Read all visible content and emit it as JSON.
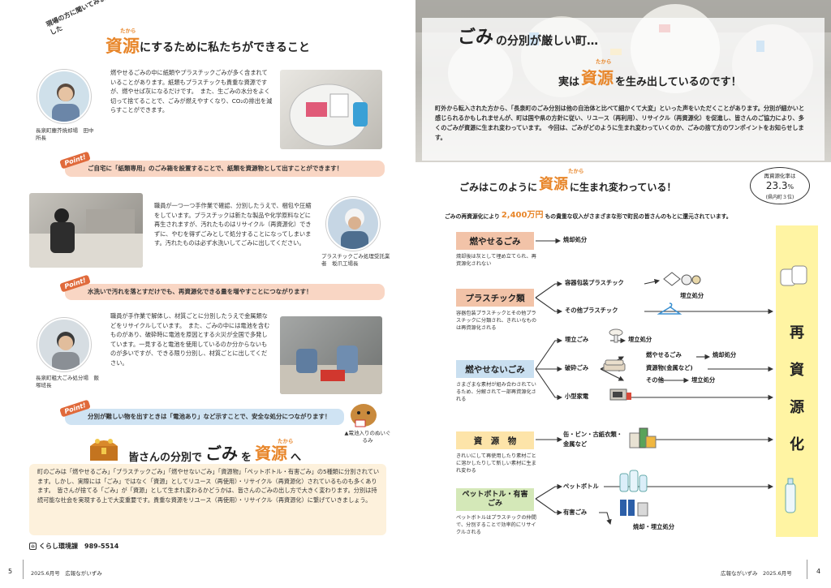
{
  "left": {
    "heading": {
      "intro": "現場の方に聞いてみました",
      "keyword": "資源",
      "keyword_ruby": "たから",
      "rest": "にするために私たちができること"
    },
    "section1": {
      "text": "燃やせるごみの中に紙類やプラスチックごみが多く含まれていることがあります。紙類もプラスチックも貴重な資源ですが、燃やせば灰になるだけです。　また、生ごみの水分をよく切って捨てることで、ごみが燃えやすくなり、CO₂の排出を減らすことができます。",
      "caption": "長泉町塵芥焼却場　田中所長",
      "point_tag": "Point!",
      "point": "ご自宅に「紙類専用」のごみ箱を設置することで、紙類を資源物として出すことができます！"
    },
    "section2": {
      "text": "職員が一つ一つ手作業で確認、分別したうえで、梱包や圧縮をしています。プラスチックは新たな製品や化学原料などに再生されますが、汚れたものはリサイクル（再資源化）できずに、やむを得ずごみとして処分することになってしまいます。汚れたものは必ず水洗いしてごみに出してください。",
      "caption": "プラスチックごみ処理受託業者　坂爪工場長",
      "point_tag": "Point!",
      "point": "水洗いで汚れを落とすだけでも、再資源化できる量を増やすことにつながります！"
    },
    "section3": {
      "text": "職員が手作業で解体し、材質ごとに分別したうえで金属類などをリサイクルしています。　また、ごみの中には電池を含むものがあり、破砕時に電池を原因とする火災が全国で多発しています。一見すると電池を使用しているのか分からないものが多いですが、できる限り分別し、材質ごとに出してください。",
      "caption": "長泉町粗大ごみ処分場　飯塚班長",
      "point_tag": "Point!",
      "point": "分別が難しい物を出すときは「電池あり」など示すことで、安全な処分につながります！",
      "photo_caption": "▲電池入りのぬいぐるみ"
    },
    "closing": {
      "title_a": "皆さんの分別で",
      "title_b": "ごみ",
      "title_c": "を",
      "title_d": "資源",
      "title_d_ruby": "たから",
      "title_e": "へ",
      "text": "町のごみは「燃やせるごみ」「プラスチックごみ」「燃やせないごみ」「資源物」「ペットボトル・有害ごみ」の5種類に分別されています。しかし、実際には「ごみ」ではなく「資源」としてリユース（再使用）・リサイクル（再資源化）されているものも多くあります。　皆さんが捨てる「ごみ」が「資源」として生まれ変わるかどうかは、皆さんのごみの出し方で大きく変わります。分別は持続可能な社会を実現する上で大変重要です。貴重な資源をリユース（再使用）・リサイクル（再資源化）に繋げていきましょう。"
    },
    "contact": "くらし環境課　989-5514",
    "footer": {
      "page": "5",
      "issue": "2025.6月号　広報ながいずみ"
    }
  },
  "right": {
    "hero": {
      "line1_a": "ごみ",
      "line1_b": "の分別が厳しい町…",
      "line2_a": "実は",
      "line2_keyword": "資源",
      "line2_ruby": "たから",
      "line2_b": "を生み出しているのです！",
      "body": "町外から転入された方から、「長泉町のごみ分別は他の自治体と比べて細かくて大変」といった声をいただくことがあります。分別が細かいと感じられるかもしれませんが、町は国や県の方針に従い、リユース（再利用）、リサイクル（再資源化）を促進し、皆さんのご協力により、多くのごみが資源に生まれ変わっています。　今回は、ごみがどのように生まれ変わっていくのか、ごみの捨て方のワンポイントをお知らせします。"
    },
    "transform": {
      "heading_a": "ごみはこのように",
      "keyword": "資源",
      "ruby": "たから",
      "heading_b": "に生まれ変わっている！",
      "rate_label": "再資源化率は",
      "rate_value": "23.3",
      "rate_unit": "%",
      "rate_note": "(県内町３位)",
      "intro_a": "ごみの再資源化により",
      "intro_amount": "2,400万円",
      "intro_b": "もの貴重な収入がさまざまな形で町民の皆さんのもとに還元されています。"
    },
    "categories": [
      {
        "label": "燃やせるごみ",
        "desc": "焼却後は灰として埋め立てられ、再資源化されない",
        "bg": "#f2c3a8"
      },
      {
        "label": "プラスチック類",
        "desc": "容器包装プラスチックとその他プラスチックに分類され、きれいなものは再資源化される",
        "bg": "#f2c3a8"
      },
      {
        "label": "燃やせないごみ",
        "desc": "さまざまな素材が組み合わされているため、分解されて一部再資源化される",
        "bg": "#c9dff0"
      },
      {
        "label": "資　源　物",
        "desc": "きれいにして再使用したり素材ごとに溶かしたりして新しい素材に生まれ変わる",
        "bg": "#fde4a9"
      },
      {
        "label": "ペットボトル・有害ごみ",
        "desc": "ペットボトルはプラスチックの仲間で、分別することで効率的にリサイクルされる",
        "bg": "#d4e8b8"
      }
    ],
    "flow": {
      "burn": "焼却処分",
      "container_plastic": "容器包装プラスチック",
      "other_plastic": "その他プラスチック",
      "landfill_1": "埋立処分",
      "landfill_item": "埋立ごみ",
      "landfill_2": "埋立処分",
      "crush": "破砕ごみ",
      "burnable": "燃やせるごみ",
      "burn_2": "焼却処分",
      "resources_metal": "資源物(金属など)",
      "other": "その他",
      "landfill_3": "埋立処分",
      "small_appliance": "小型家電",
      "resource_items": "缶・ビン・古紙衣類・金属など",
      "pet": "ペットボトル",
      "hazardous": "有害ごみ",
      "burn_landfill": "焼却・埋立処分"
    },
    "result_label": "再資源化",
    "footer": {
      "issue": "広報ながいずみ　2025.6月号",
      "page": "4"
    },
    "colors": {
      "accent_orange": "#e06a3b",
      "result_yellow": "#fff4a3",
      "keyword_orange": "#e8862a"
    }
  }
}
